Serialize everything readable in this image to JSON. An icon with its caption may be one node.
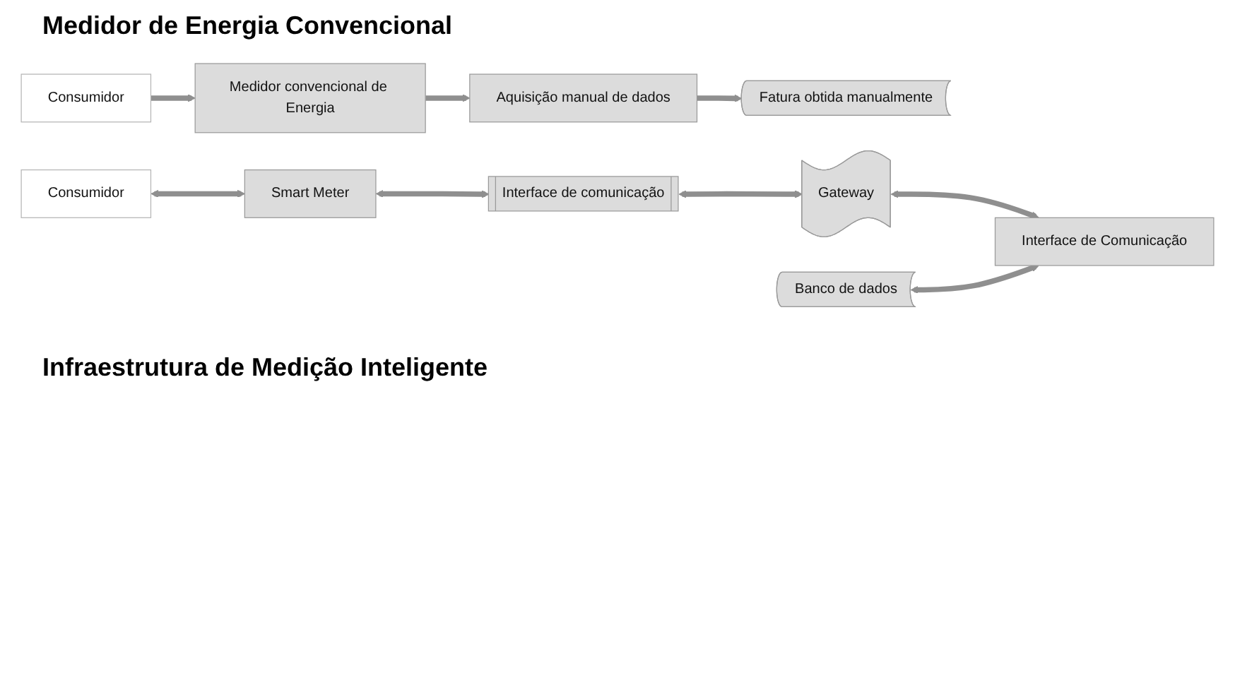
{
  "diagram": {
    "nodes": [
      {
        "text": [
          "Consumidor"
        ]
      },
      {
        "text": [
          "Medidor convencional de Energia"
        ]
      },
      {
        "text": [
          "Aquisição manual de dados"
        ]
      },
      {
        "text": [
          "Fatura obtida manualmente"
        ]
      },
      {
        "text": [
          "Consumidor"
        ]
      },
      {
        "text": [
          "Smart Meter"
        ]
      },
      {
        "text": [
          "Banco de dados"
        ]
      },
      {
        "text": [
          "Interface de comunicação"
        ]
      },
      {
        "text": [
          "Gateway"
        ]
      },
      {
        "text": [
          "Interface de Comunicação"
        ]
      }
    ],
    "edges": [
      {
        "from": 0,
        "to": 1,
        "arrow": "to"
      },
      {
        "from": 1,
        "to": 2,
        "arrow": "to"
      },
      {
        "from": 2,
        "to": 3,
        "arrow": "to"
      },
      {
        "from": 4,
        "to": 5,
        "arrow": "both"
      },
      {
        "from": 5,
        "to": 7,
        "arrow": "both"
      },
      {
        "from": 7,
        "to": 8,
        "arrow": "both"
      },
      {
        "from": 8,
        "to": 9,
        "arrow": "both"
      },
      {
        "from": 6,
        "to": 9,
        "arrow": "both"
      }
    ],
    "labels": [
      "Medidor de Energia Convencional",
      "Infraestrutura de Medição Inteligente"
    ]
  }
}
